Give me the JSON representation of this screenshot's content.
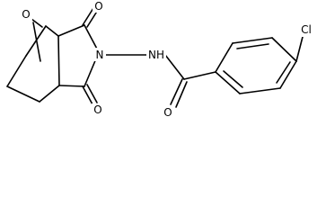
{
  "structure": {
    "atoms": {
      "bridge_oxygen": "O",
      "imide_carbonyl_oxygen_top": "O",
      "imide_nitrogen": "N",
      "imide_carbonyl_oxygen_bottom": "O",
      "amide_nh": "NH",
      "amide_carbonyl_oxygen": "O",
      "chlorine": "Cl"
    }
  }
}
